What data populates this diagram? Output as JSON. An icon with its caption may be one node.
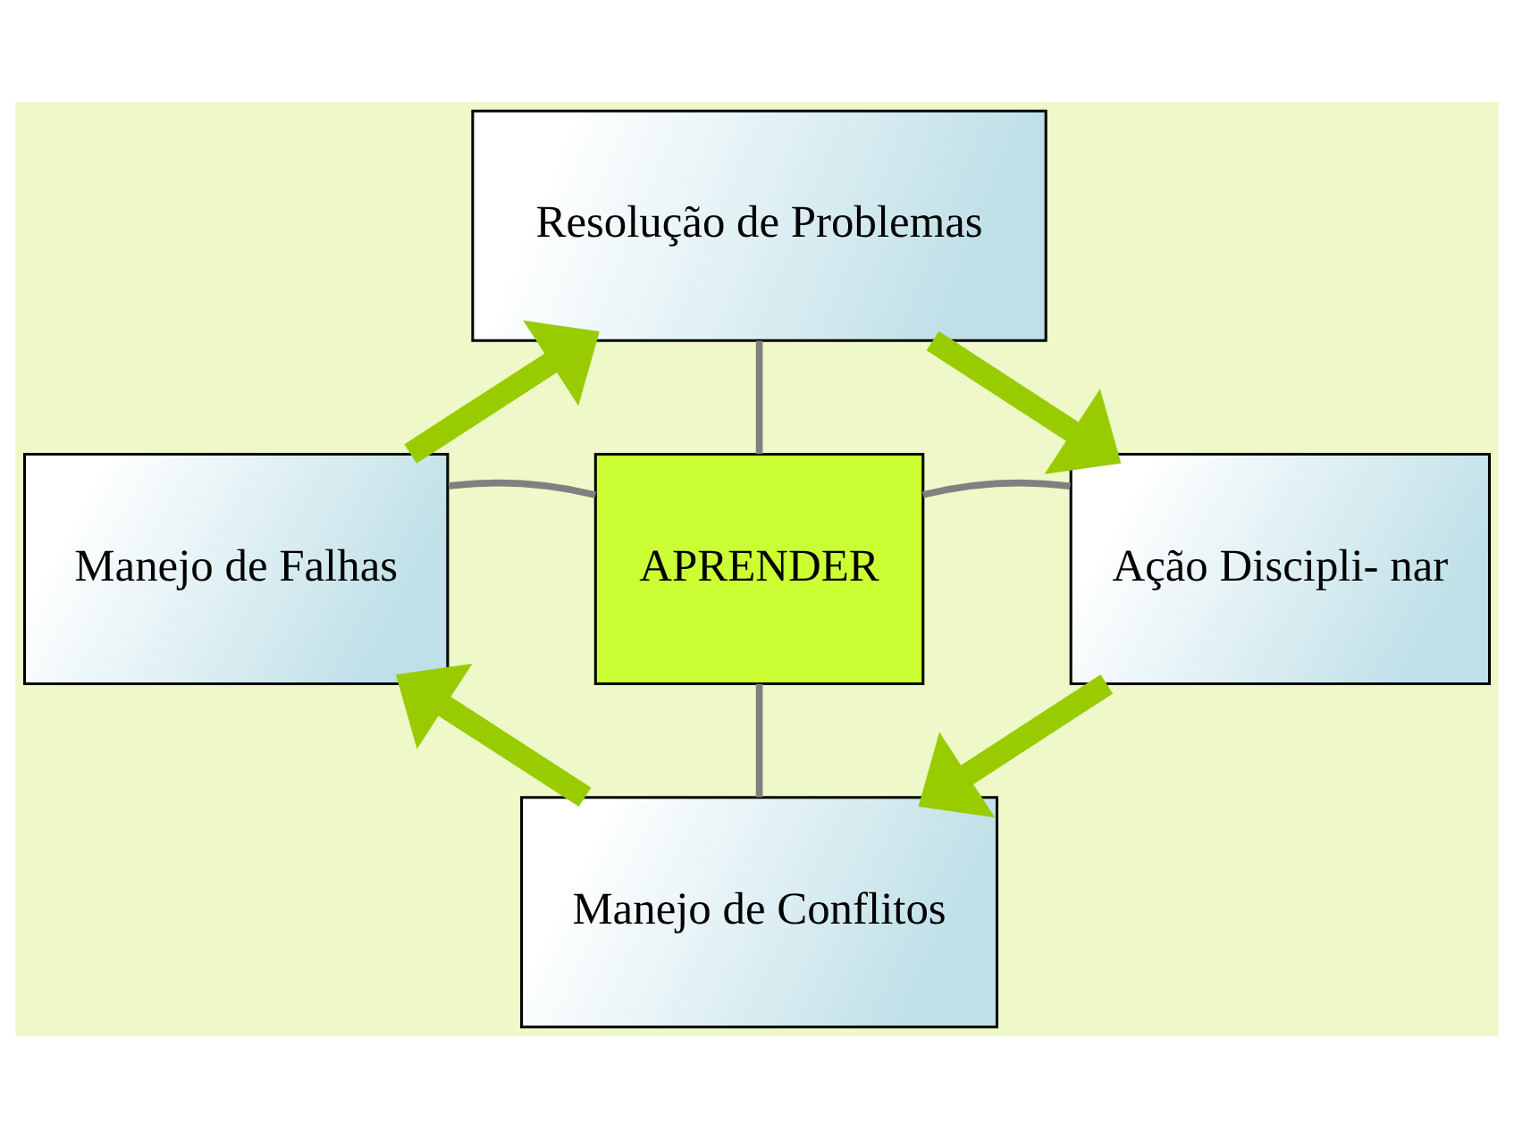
{
  "diagram": {
    "nodes": [
      {
        "text": [
          "Resolução de Problemas"
        ]
      },
      {
        "text": [
          "Manejo de Falhas"
        ]
      },
      {
        "text": [
          "APRENDER"
        ]
      },
      {
        "text": [
          "Ação Discipli- nar"
        ]
      },
      {
        "text": [
          "Manejo de Conflitos"
        ]
      }
    ],
    "edges": [
      {
        "from": 2,
        "to": 0,
        "arrow": "none",
        "color": "#808080"
      },
      {
        "from": 2,
        "to": 1,
        "arrow": "none",
        "color": "#808080"
      },
      {
        "from": 2,
        "to": 3,
        "arrow": "none",
        "color": "#808080"
      },
      {
        "from": 2,
        "to": 4,
        "arrow": "none",
        "color": "#808080"
      },
      {
        "from": 1,
        "to": 0,
        "arrow": "to",
        "style": "thick",
        "color": "#99cc00"
      },
      {
        "from": 0,
        "to": 3,
        "arrow": "to",
        "style": "thick",
        "color": "#99cc00"
      },
      {
        "from": 3,
        "to": 4,
        "arrow": "to",
        "style": "thick",
        "color": "#99cc00"
      },
      {
        "from": 4,
        "to": 1,
        "arrow": "to",
        "style": "thick",
        "color": "#99cc00"
      }
    ]
  }
}
